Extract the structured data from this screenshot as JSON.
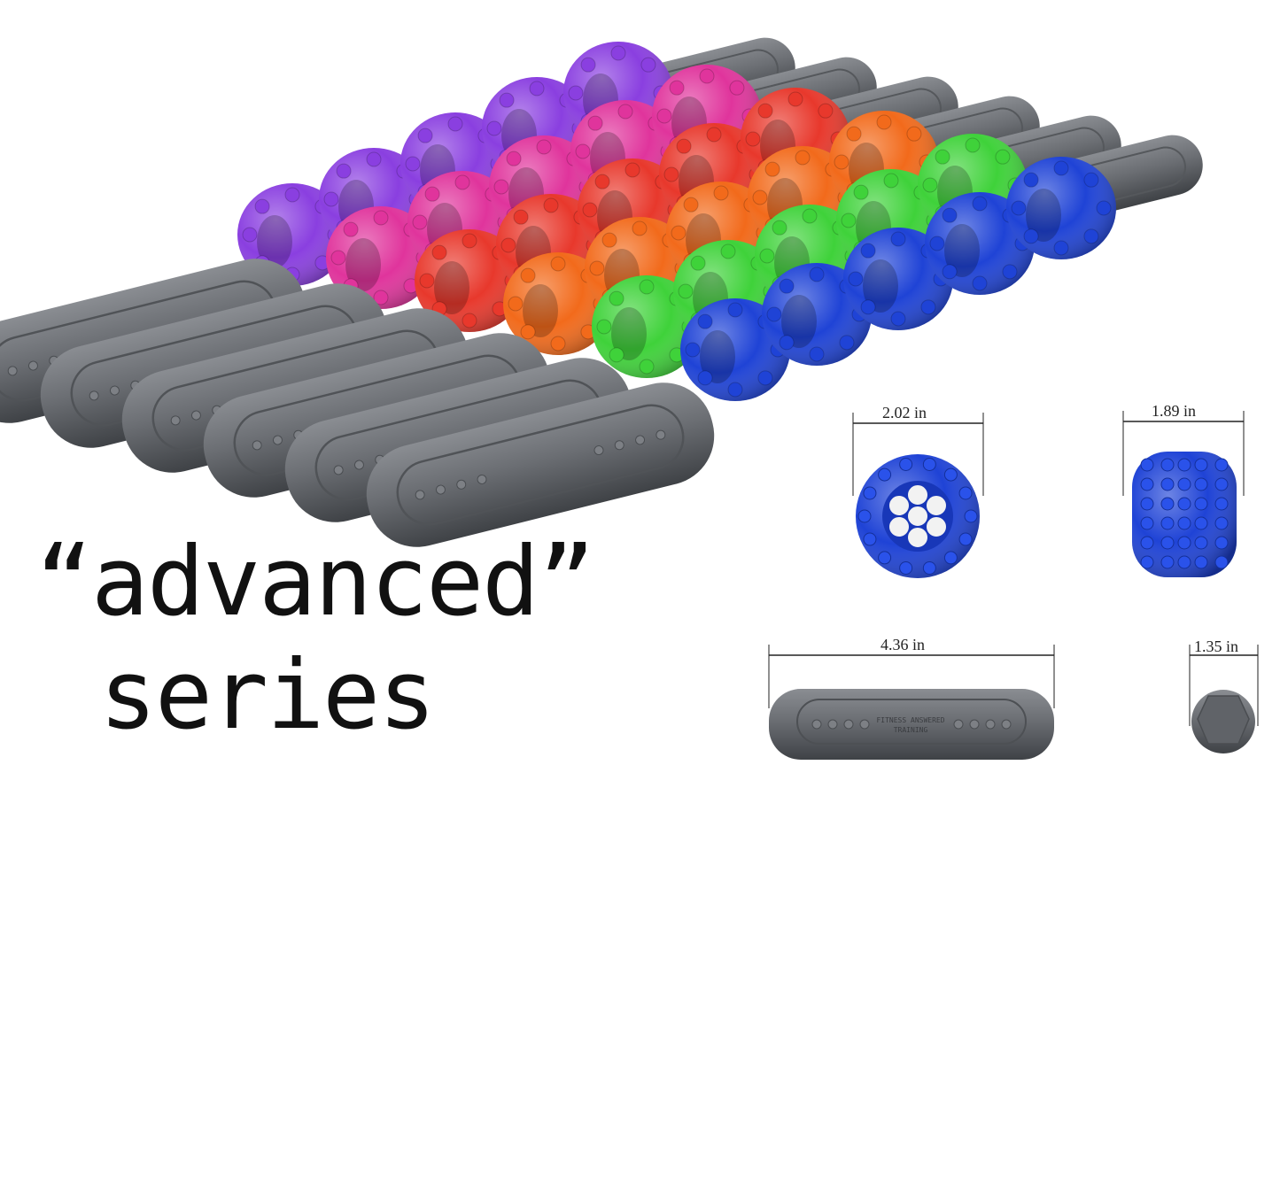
{
  "headline": {
    "line1": "“advanced”",
    "line2": "series"
  },
  "product": {
    "handle_engraving": [
      "FITNESS ANSWERED",
      "TRAINING"
    ],
    "roller_colors": [
      "#8a3fe0",
      "#e0349c",
      "#e8382c",
      "#f26a1b",
      "#3fd23a",
      "#1f43d6"
    ],
    "handle_color": "#6b6e73"
  },
  "dimensions": {
    "roller_front": {
      "label": "2.02 in"
    },
    "roller_side": {
      "label": "1.89 in"
    },
    "handle_length": {
      "label": "4.36 in"
    },
    "handle_end": {
      "label": "1.35 in"
    }
  }
}
